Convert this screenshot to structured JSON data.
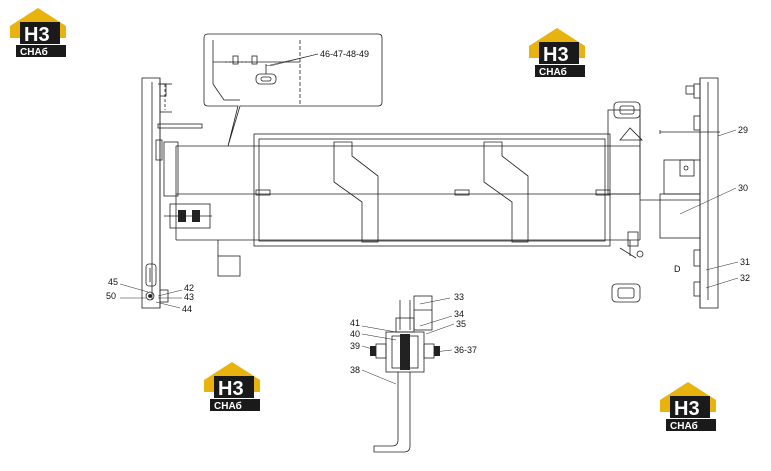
{
  "logos": [
    {
      "mark": "H3",
      "word": "CHAб"
    },
    {
      "mark": "H3",
      "word": "CHAб"
    },
    {
      "mark": "H3",
      "word": "CHAб"
    },
    {
      "mark": "H3",
      "word": "CHAб"
    }
  ],
  "callouts": {
    "c29": "29",
    "c30": "30",
    "c31": "31",
    "c32": "32",
    "c33": "33",
    "c34": "34",
    "c35": "35",
    "c36_37": "36-37",
    "c38": "38",
    "c39": "39",
    "c40": "40",
    "c41": "41",
    "c42": "42",
    "c43": "43",
    "c44": "44",
    "c45": "45",
    "c46_49": "46-47-48-49",
    "c50": "50"
  },
  "view_label": "D",
  "colors": {
    "line": "#222222",
    "logo_gold": "#e8b30f",
    "logo_dark": "#1a1a1a"
  }
}
